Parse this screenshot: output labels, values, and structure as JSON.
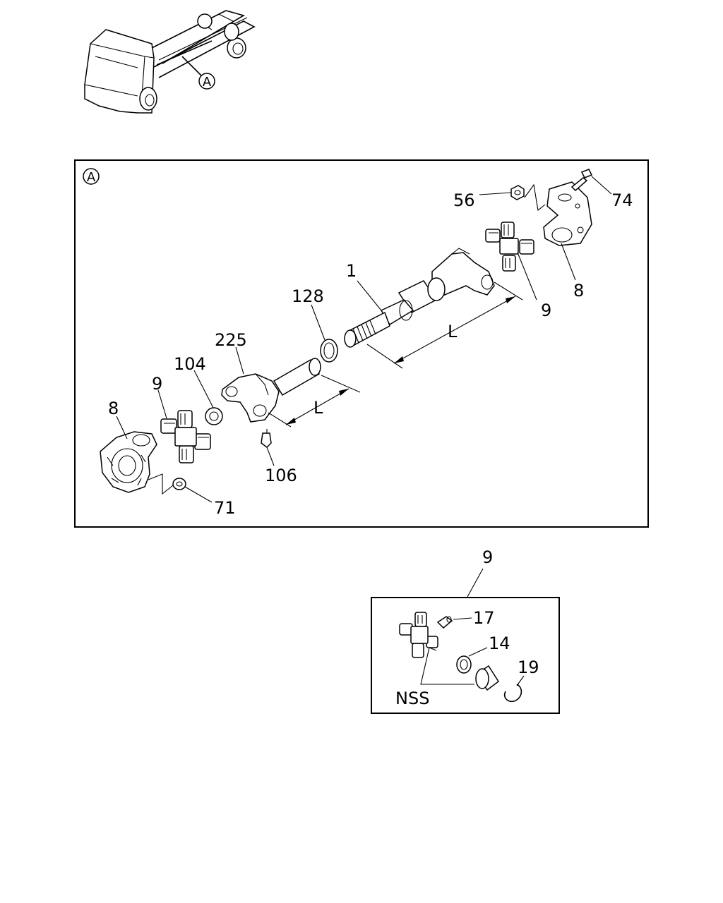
{
  "callouts": {
    "overview_ref": "A",
    "detail_ref": "A",
    "p56": "56",
    "p74": "74",
    "p1": "1",
    "p128": "128",
    "p9_upper": "9",
    "p8_upper": "8",
    "p225": "225",
    "p104": "104",
    "p9_left": "9",
    "p8_left": "8",
    "pL_long": "L",
    "pL_short": "L",
    "p106": "106",
    "p71": "71",
    "p9_inset": "9",
    "p17": "17",
    "p14": "14",
    "p19": "19",
    "nss": "NSS"
  }
}
